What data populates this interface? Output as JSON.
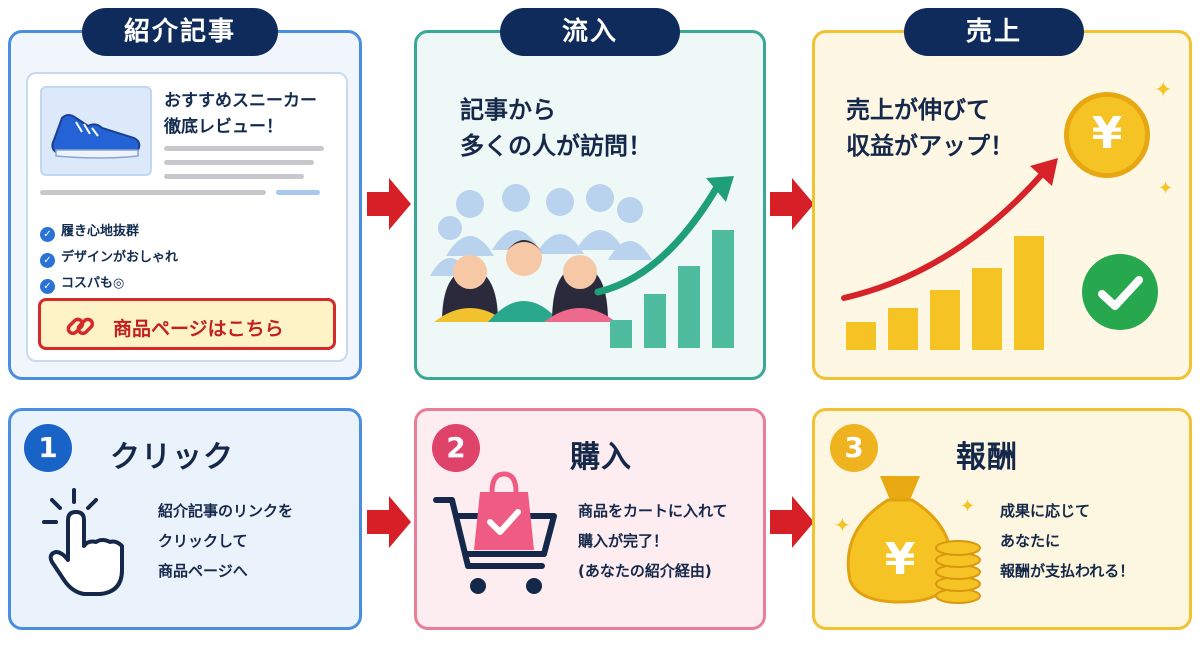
{
  "top_tabs": {
    "article": "紹介記事",
    "traffic": "流入",
    "sales": "売上"
  },
  "article_card": {
    "title_line1": "おすすめスニーカー",
    "title_line2": "徹底レビュー！",
    "features": [
      "履き心地抜群",
      "デザインがおしゃれ",
      "コスパも◎"
    ],
    "link_button": "商品ページはこちら"
  },
  "traffic_panel": {
    "line1": "記事から",
    "line2": "多くの人が訪問！"
  },
  "sales_panel": {
    "line1": "売上が伸びて",
    "line2": "収益がアップ！",
    "coin_symbol": "¥"
  },
  "steps": [
    {
      "number": "1",
      "title": "クリック",
      "desc": [
        "紹介記事のリンクを",
        "クリックして",
        "商品ページへ"
      ],
      "color": "#1a63c6"
    },
    {
      "number": "2",
      "title": "購入",
      "desc": [
        "商品をカートに入れて",
        "購入が完了！",
        "(あなたの紹介経由)"
      ],
      "color": "#e0436a"
    },
    {
      "number": "3",
      "title": "報酬",
      "desc": [
        "成果に応じて",
        "あなたに",
        "報酬が支払われる！"
      ],
      "color": "#efb31f"
    }
  ],
  "colors": {
    "navy": "#0f2b5b",
    "arrow_red": "#d61f26",
    "blue": "#4a8ee0",
    "teal": "#3aa896",
    "gold": "#f1c232",
    "pink": "#e97e96"
  },
  "icons": {
    "shoe": "sneaker-icon",
    "check": "check-icon",
    "link": "link-icon",
    "people": "people-icon",
    "growth": "growth-chart-icon",
    "coin": "yen-coin-icon",
    "hand": "pointer-hand-icon",
    "cart": "shopping-cart-icon",
    "bag": "money-bag-icon"
  }
}
